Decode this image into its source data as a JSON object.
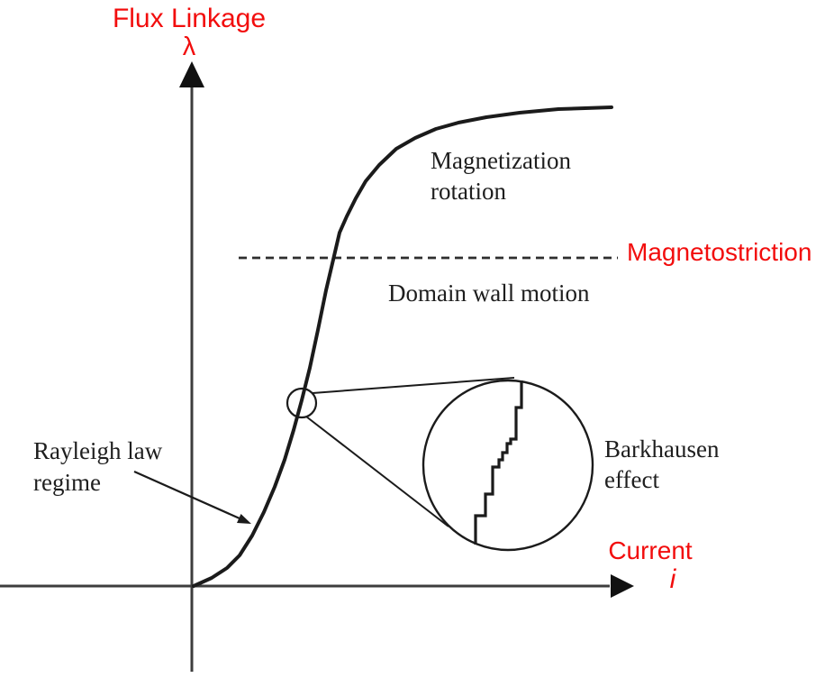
{
  "diagram": {
    "type": "magnetization-curve-figure",
    "y_axis": {
      "title": "Flux Linkage",
      "symbol": "λ"
    },
    "x_axis": {
      "title": "Current",
      "symbol": "i"
    },
    "annotations": {
      "magnetization_rotation": "Magnetization rotation",
      "domain_wall_motion": "Domain wall motion",
      "magnetostriction": "Magnetostriction",
      "rayleigh_law_regime": "Rayleigh law regime",
      "barkhausen_effect": "Barkhausen effect"
    },
    "colors": {
      "label_accent": "#f20d0d",
      "ink": "#1e1e1e",
      "line": "#2a2a2a",
      "background": "#ffffff"
    }
  }
}
